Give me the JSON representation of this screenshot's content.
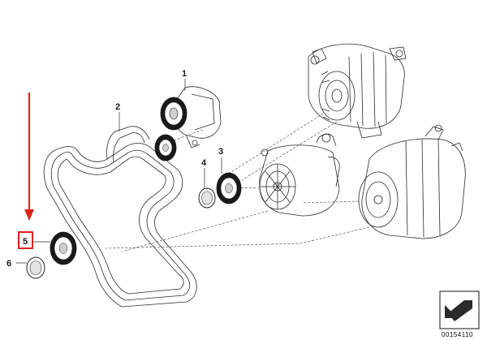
{
  "parts": [
    {
      "number": "1",
      "name": "belt tensioner"
    },
    {
      "number": "2",
      "name": "ribbed V-belt"
    },
    {
      "number": "3",
      "name": "guide pulley"
    },
    {
      "number": "4",
      "name": "protection cap"
    },
    {
      "number": "5",
      "name": "guide pulley",
      "highlighted": true
    },
    {
      "number": "6",
      "name": "protection cap"
    }
  ],
  "reference_number": "00154110",
  "colors": {
    "highlight": "#e0211b",
    "line": "#2a2a2a",
    "background": "#ffffff"
  }
}
